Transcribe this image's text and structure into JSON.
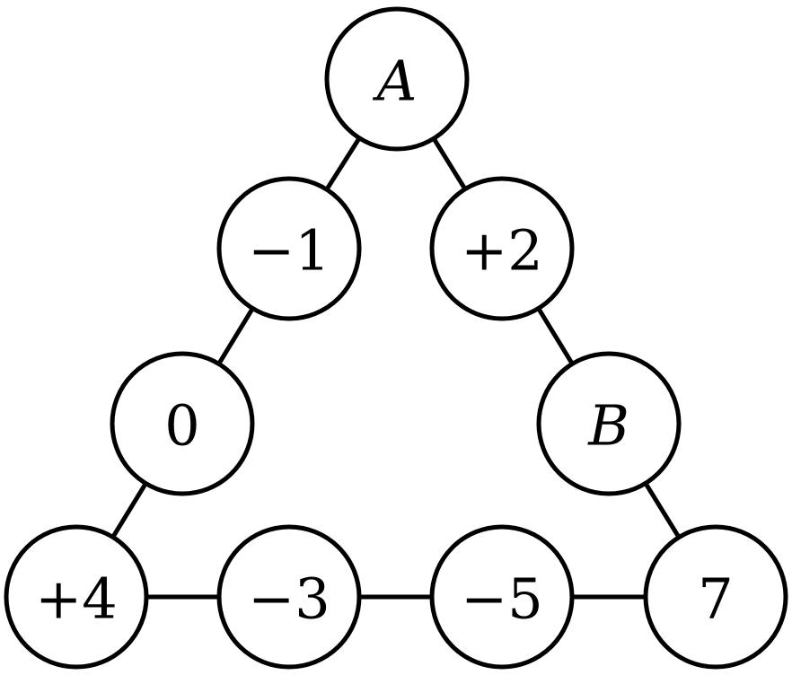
{
  "nodes": [
    {
      "id": "top",
      "label": "A",
      "italic": true
    },
    {
      "id": "left-upper",
      "label": "−1",
      "italic": false
    },
    {
      "id": "right-upper",
      "label": "+2",
      "italic": false
    },
    {
      "id": "left-middle",
      "label": "0",
      "italic": false
    },
    {
      "id": "right-middle",
      "label": "B",
      "italic": true
    },
    {
      "id": "bottom-left",
      "label": "+4",
      "italic": false
    },
    {
      "id": "bottom-inner-left",
      "label": "−3",
      "italic": false
    },
    {
      "id": "bottom-inner-right",
      "label": "−5",
      "italic": false
    },
    {
      "id": "bottom-right",
      "label": "7",
      "italic": false
    }
  ],
  "edges": [
    [
      "top",
      "left-upper"
    ],
    [
      "left-upper",
      "left-middle"
    ],
    [
      "left-middle",
      "bottom-left"
    ],
    [
      "top",
      "right-upper"
    ],
    [
      "right-upper",
      "right-middle"
    ],
    [
      "right-middle",
      "bottom-right"
    ],
    [
      "bottom-left",
      "bottom-inner-left"
    ],
    [
      "bottom-inner-left",
      "bottom-inner-right"
    ],
    [
      "bottom-inner-right",
      "bottom-right"
    ]
  ],
  "colors": {
    "stroke": "#000000",
    "fill": "#ffffff"
  }
}
